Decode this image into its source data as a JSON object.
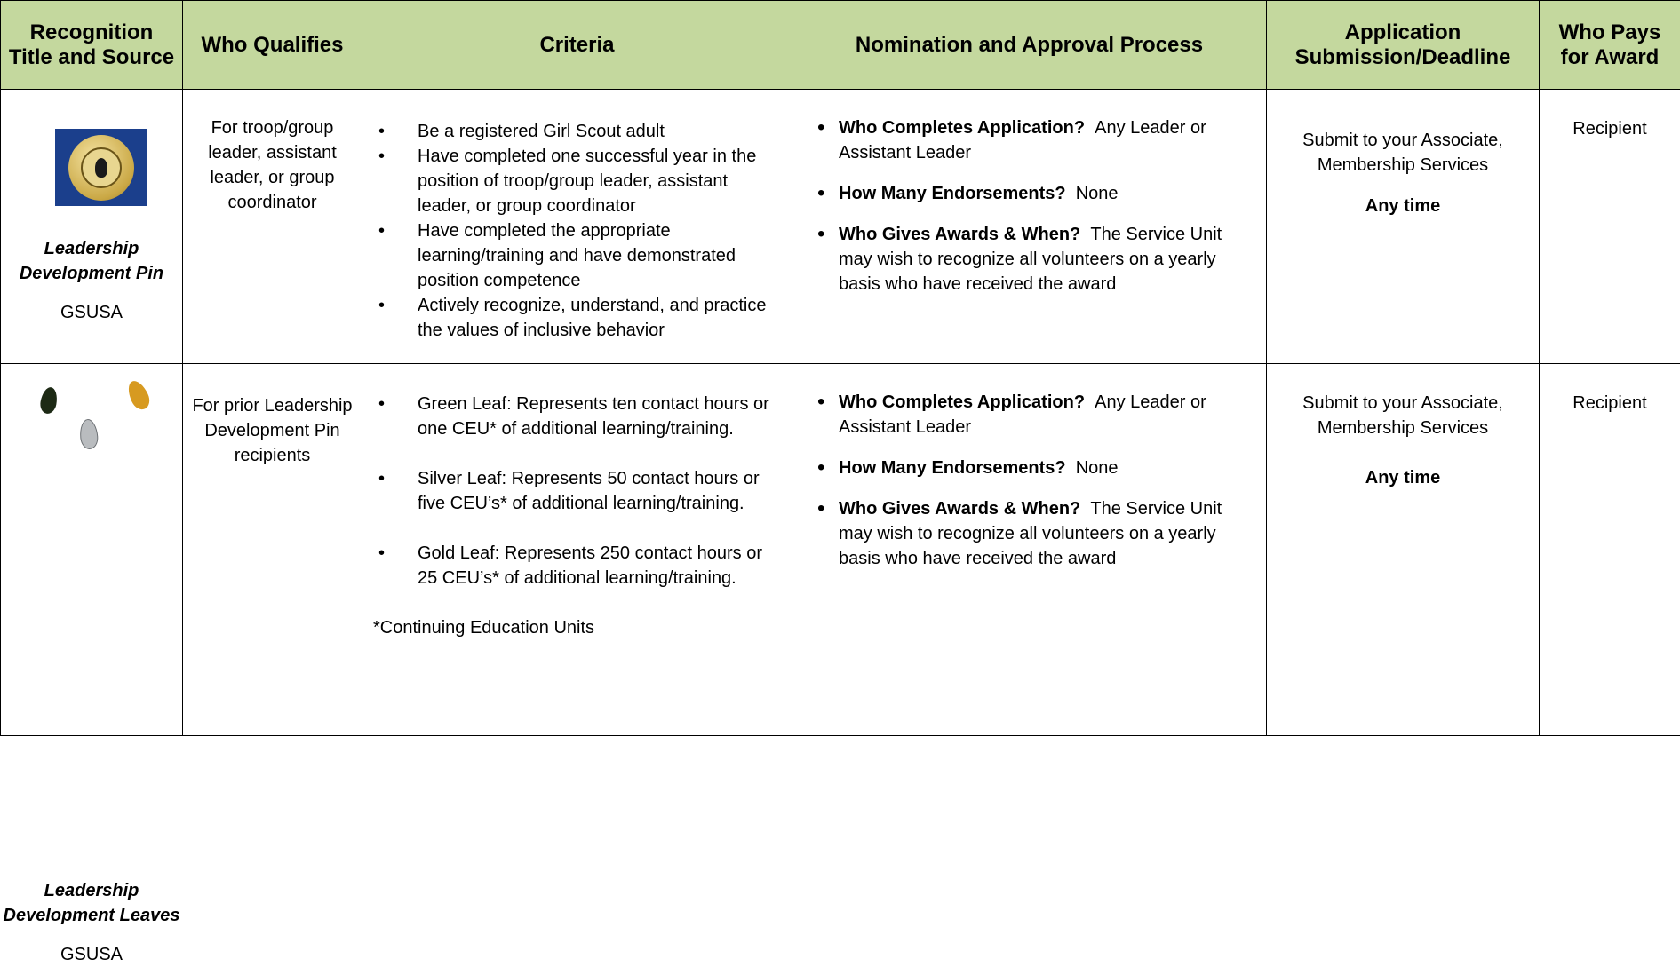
{
  "headers": {
    "title": "Recognition Title and Source",
    "who": "Who Qualifies",
    "criteria": "Criteria",
    "nomination": "Nomination and Approval Process",
    "application": "Application Submission/Deadline",
    "pays": "Who Pays for Award"
  },
  "rows": [
    {
      "award": "Leadership Development Pin",
      "source": "GSUSA",
      "image_icon": "leadership-pin-icon",
      "who": "For troop/group leader, assistant leader, or group coordinator",
      "criteria": [
        "Be a registered Girl Scout adult",
        "Have completed one successful year in the position of troop/group leader, assistant leader, or group coordinator",
        "Have completed the appropriate learning/training and have demonstrated position competence",
        "Actively recognize, understand, and practice the values of inclusive behavior"
      ],
      "nomination": [
        {
          "q": "Who Completes Application?",
          "a": "Any Leader or Assistant Leader"
        },
        {
          "q": "How Many Endorsements?",
          "a": "None"
        },
        {
          "q": "Who Gives Awards & When?",
          "a": "The Service Unit may wish to recognize all volunteers on a yearly basis who have received the award"
        }
      ],
      "application": "Submit to your Associate, Membership Services",
      "deadline": "Any time",
      "pays": "Recipient"
    },
    {
      "award": "Leadership Development Leaves",
      "source": "GSUSA",
      "image_icon": "leadership-leaves-icon",
      "who": "For prior Leadership Development Pin recipients",
      "criteria": [
        "Green Leaf:  Represents ten contact hours or one CEU* of additional learning/training.",
        "Silver Leaf:  Represents 50 contact hours or five CEU’s* of additional learning/training.",
        "Gold Leaf:  Represents 250 contact hours or 25 CEU’s* of additional learning/training."
      ],
      "footnote": "*Continuing Education Units",
      "nomination": [
        {
          "q": "Who Completes Application?",
          "a": "Any Leader or Assistant Leader"
        },
        {
          "q": "How Many Endorsements?",
          "a": "None"
        },
        {
          "q": "Who Gives Awards & When?",
          "a": "The Service Unit may wish to recognize all volunteers on a yearly basis who have received the award"
        }
      ],
      "application": "Submit to your Associate, Membership Services",
      "deadline": "Any time",
      "pays": "Recipient"
    }
  ],
  "colors": {
    "header_bg": "#c4d89e",
    "border": "#000000",
    "pin_bg": "#1b3f8c"
  }
}
